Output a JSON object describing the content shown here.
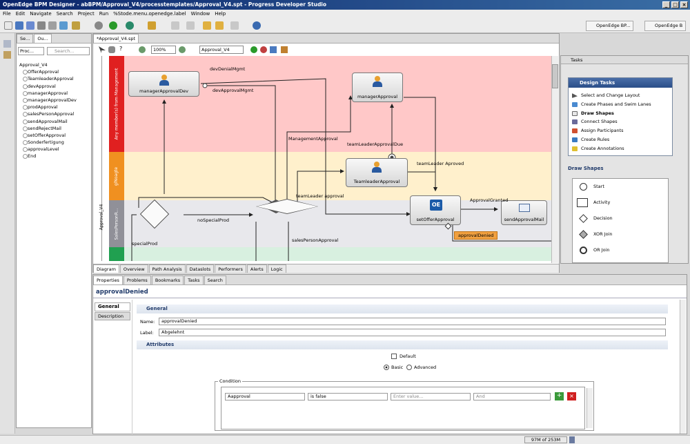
{
  "window": {
    "title": "OpenEdge BPM Designer - abBPM/Approval_V4/processtemplates/Approval_V4.spt - Progress Developer Studio"
  },
  "menu": [
    "File",
    "Edit",
    "Navigate",
    "Search",
    "Project",
    "Run",
    "%Stode.menu.openedge.label",
    "Window",
    "Help"
  ],
  "perspectives": [
    "OpenEdge BP...",
    "OpenEdge B"
  ],
  "outline": {
    "tabs": [
      "Se...",
      "Ou..."
    ],
    "filter": "Proc...",
    "search_placeholder": "Search...",
    "root": "Approval_V4",
    "items": [
      "OfferApproval",
      "TeamleaderApproval",
      "devApproval",
      "managerApproval",
      "managerApprovalDev",
      "prodApproval",
      "salesPersonApproval",
      "sendApprovalMail",
      "sendRejectMail",
      "setOfferApproval",
      "Sonderfertigung",
      "approvalLevel",
      "End"
    ]
  },
  "editor": {
    "tab": "*Approval_V4.spt",
    "zoom": "100%",
    "process": "Approval_V4",
    "bottom_tabs": [
      "Diagram",
      "Overview",
      "Path Analysis",
      "Dataslots",
      "Performers",
      "Alerts",
      "Logic"
    ]
  },
  "diagram": {
    "lanes": [
      {
        "label": "Any member(s) from Management",
        "color": "#ffc8c8",
        "bar": "#e02020"
      },
      {
        "label": "glNoagte",
        "color": "#fff0cc",
        "bar": "#f09020"
      },
      {
        "label": "SalesPersonR...",
        "color": "#e8e8ec",
        "bar": "#909098"
      },
      {
        "label": "",
        "color": "#d8f0e0",
        "bar": "#20a050"
      }
    ],
    "pool": "Approval_V4",
    "nodes": {
      "managerApprovalDev": "managerApprovalDev",
      "managerApproval": "managerApproval",
      "teamleaderApproval": "TeamleaderApproval",
      "setOfferApproval": "setOfferApproval",
      "sendApprovalMail": "sendApprovalMail"
    },
    "edges": {
      "devDenialMgmt": "devDenialMgmt",
      "devApprovalMgmt": "devApprovalMgmt",
      "managementApproval": "ManagementApproval",
      "teamLeaderApprovalDue": "teamLeaderApprovalDue",
      "teamLeaderApproved": "teamLeader Aproved",
      "teamLeaderApproval": "teamLeader approval",
      "noSpecialProd": "noSpecialProd",
      "specialProd": "specialProd",
      "salesPersonApproval": "salesPersonApproval",
      "approvalGranted": "ApprovalGranted",
      "approvalDenied": "approvalDenied"
    }
  },
  "tasks": {
    "title": "Tasks",
    "design": {
      "title": "Design Tasks",
      "items": [
        "Select and Change Layout",
        "Create Phases and Swim Lanes",
        "Draw Shapes",
        "Connect Shapes",
        "Assign Participants",
        "Create Rules",
        "Create Annotations"
      ]
    },
    "draw": {
      "title": "Draw Shapes",
      "items": [
        "Start",
        "Activity",
        "Decision",
        "XOR Join",
        "OR Join"
      ]
    }
  },
  "props": {
    "tabs": [
      "Properties",
      "Problems",
      "Bookmarks",
      "Tasks",
      "Search"
    ],
    "heading": "approvalDenied",
    "side_tabs": [
      "General",
      "Description"
    ],
    "general": {
      "title": "General",
      "name_label": "Name:",
      "name": "approvalDenied",
      "label_label": "Label:",
      "label": "Abgelehnt"
    },
    "attributes": {
      "title": "Attributes",
      "default": "Default",
      "basic": "Basic",
      "advanced": "Advanced"
    },
    "condition": {
      "title": "Condition",
      "field": "Aapproval",
      "op": "is false",
      "value_placeholder": "Enter value...",
      "join": "And"
    }
  },
  "status": {
    "memory": "97M of 253M"
  }
}
